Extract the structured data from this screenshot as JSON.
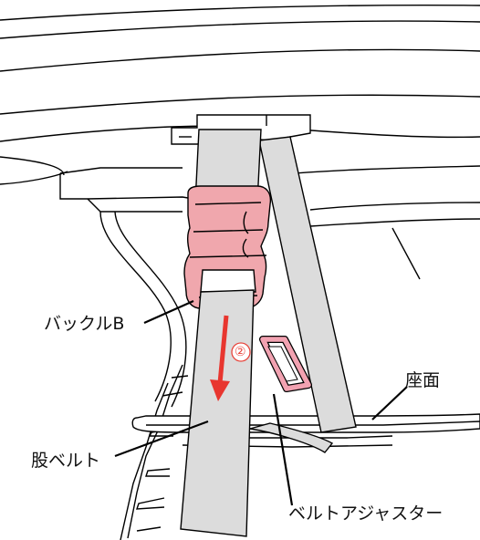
{
  "labels": {
    "buckle_b": "バックルB",
    "seat_surface": "座面",
    "crotch_belt": "股ベルト",
    "belt_adjuster": "ベルトアジャスター"
  },
  "step_marker": "②",
  "colors": {
    "belt": "#dcdcdc",
    "buckle": "#f0a7ad",
    "buckle_dark": "#e58f97",
    "adjuster": "#f2a2b1",
    "arrow": "#e8362f",
    "outline": "#000000"
  },
  "icons": {
    "arrow": "down-arrow-icon"
  }
}
